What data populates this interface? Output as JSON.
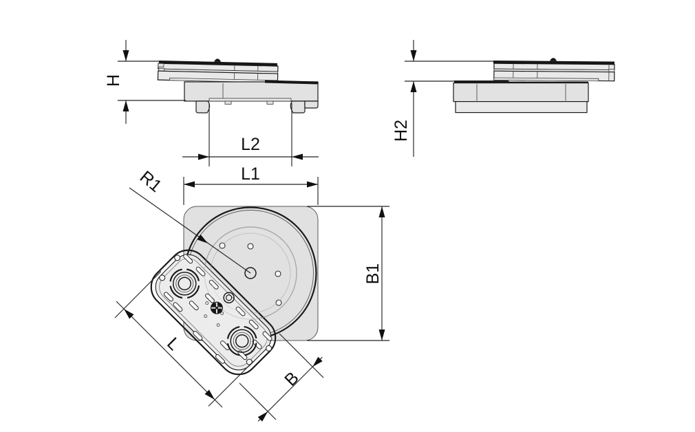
{
  "drawing": {
    "kind": "technical drawing, three views of rotatable vacuum block",
    "dimensions": {
      "h": "H",
      "l2": "L2",
      "l1": "L1",
      "h2": "H2",
      "r1": "R1",
      "b1": "B1",
      "l": "L",
      "b": "B"
    },
    "colors": {
      "outline": "#1a1a1a",
      "dim_line": "#222222",
      "part_fill": "#e9e9e9",
      "base_fill": "#e2e2e2",
      "dark_edge": "#161616",
      "light_circle": "#ababab",
      "background": "#ffffff"
    }
  }
}
